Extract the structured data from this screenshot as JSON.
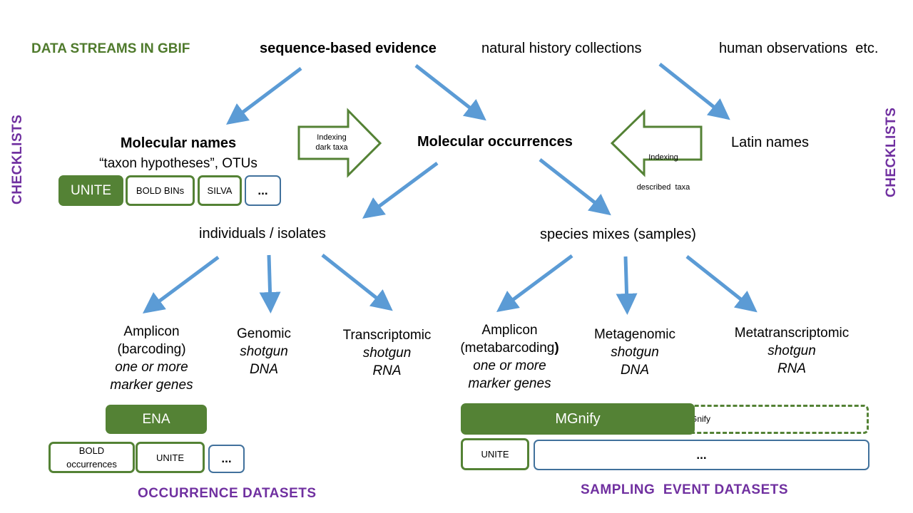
{
  "title": "DATA STREAMS IN GBIF",
  "sources": {
    "sequence": "sequence-based evidence",
    "collections": "natural history collections",
    "observations": "human observations  etc."
  },
  "side_labels": {
    "left": "CHECKLISTS",
    "right": "CHECKLISTS"
  },
  "molecular_names": {
    "title": "Molecular names",
    "subtitle": "“taxon hypotheses”, OTUs",
    "boxes": [
      "UNITE",
      "BOLD BINs",
      "SILVA",
      "..."
    ]
  },
  "indexing": {
    "dark_line1": "Indexing",
    "dark_line2": "dark taxa",
    "described_line1": "Indexing",
    "described_line2": "described  taxa"
  },
  "molecular_occurrences": "Molecular occurrences",
  "latin_names": "Latin names",
  "individuals": "individuals / isolates",
  "species_mixes": "species mixes (samples)",
  "categories_left": [
    {
      "l1": "Amplicon",
      "l2": "(barcoding)",
      "i1": "one or more",
      "i2": "marker genes"
    },
    {
      "l1": "Genomic",
      "i1": "shotgun",
      "i2": "DNA"
    },
    {
      "l1": "Transcriptomic",
      "i1": "shotgun",
      "i2": "RNA"
    }
  ],
  "categories_right": [
    {
      "l1": "Amplicon",
      "l2a": "(metabarcoding",
      "l2b": ")",
      "i1": "one or more",
      "i2": "marker genes"
    },
    {
      "l1": "Metagenomic",
      "i1": "shotgun",
      "i2": "DNA"
    },
    {
      "l1": "Metatranscriptomic",
      "i1": "shotgun",
      "i2": "RNA"
    }
  ],
  "left_repos": {
    "ena": "ENA",
    "bold_line1": "BOLD",
    "bold_line2": "occurrences",
    "unite": "UNITE",
    "more": "..."
  },
  "right_repos": {
    "mgnify": "MGnify",
    "mgnify_dashed": "MGnify",
    "unite": "UNITE",
    "more": "..."
  },
  "footer": {
    "occurrence": "OCCURRENCE DATASETS",
    "sampling": "SAMPLING  EVENT DATASETS"
  },
  "colors": {
    "arrow": "#5b9bd5",
    "green": "#548235",
    "title_green": "#4f7a2c",
    "purple": "#7030a0",
    "blue_border": "#41719c"
  }
}
